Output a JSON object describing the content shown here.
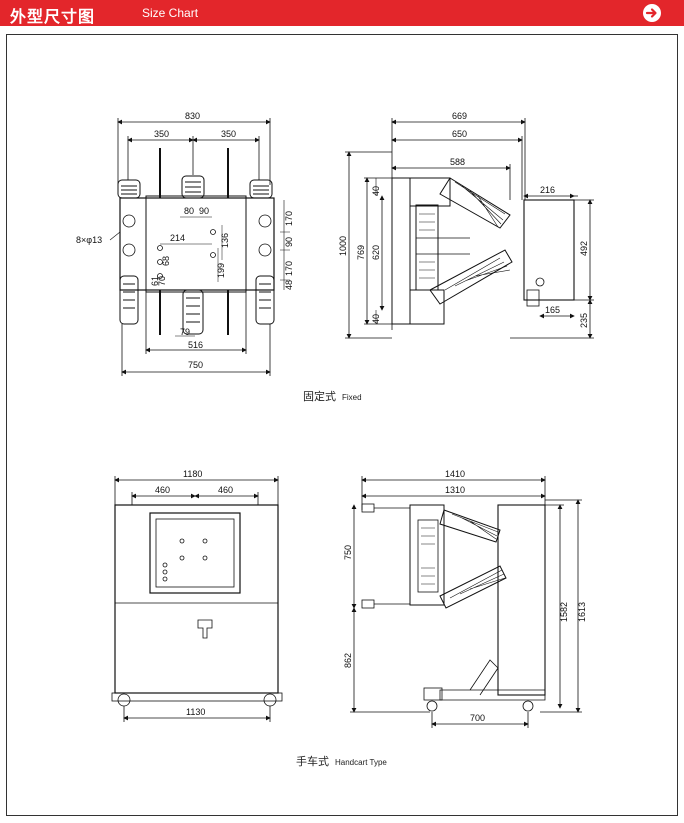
{
  "header": {
    "title_cn": "外型尺寸图",
    "title_en": "Size Chart",
    "arrow_icon": "arrow-right-circle-icon",
    "bg_color": "#e3262b"
  },
  "fixed": {
    "caption_cn": "固定式",
    "caption_en": "Fixed",
    "front": {
      "width_total": "830",
      "pitch_left": "350",
      "pitch_right": "350",
      "bottom_inner": "516",
      "bottom_outer": "750",
      "holes": "8×φ13",
      "d80": "80",
      "d90": "90",
      "d214": "214",
      "d136": "136",
      "d199": "199",
      "d61": "61",
      "d70": "70",
      "d68": "68",
      "d79": "79",
      "r170a": "170",
      "r90": "90",
      "r170b": "170",
      "r48": "48"
    },
    "side": {
      "w669": "669",
      "w650": "650",
      "w588": "588",
      "w216": "216",
      "h1000": "1000",
      "h769": "769",
      "h620": "620",
      "h40a": "40",
      "h40b": "40",
      "h492": "492",
      "h235": "235",
      "w165": "165"
    }
  },
  "handcart": {
    "caption_cn": "手车式",
    "caption_en": "Handcart Type",
    "front": {
      "width_total": "1180",
      "pitch_left": "460",
      "pitch_right": "460",
      "bottom": "1130"
    },
    "side": {
      "w1410": "1410",
      "w1310": "1310",
      "h750": "750",
      "h862": "862",
      "h1582": "1582",
      "h1613": "1613",
      "w700": "700"
    }
  }
}
